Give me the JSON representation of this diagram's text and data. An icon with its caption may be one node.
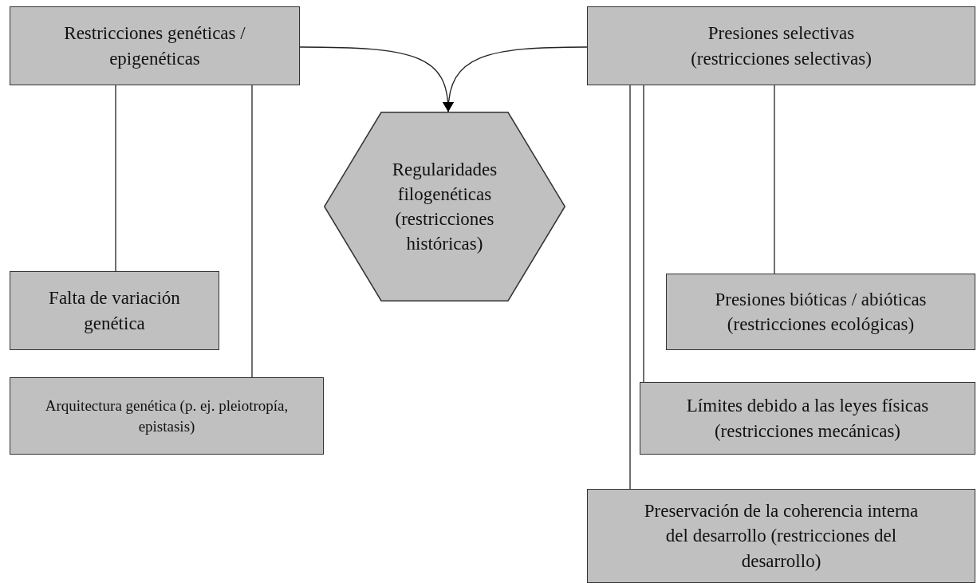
{
  "diagram": {
    "nodes": [
      {
        "text": [
          "Restricciones genéticas / epigenéticas"
        ]
      },
      {
        "text": [
          "Presiones selectivas (restricciones selectivas)"
        ]
      },
      {
        "text": [
          "Regularidades filogenéticas (restricciones históricas)"
        ]
      },
      {
        "text": [
          "Falta de variación genética"
        ]
      },
      {
        "text": [
          "Presiones bióticas / abióticas (restricciones ecológicas)"
        ]
      },
      {
        "text": [
          "Arquitectura genética (p. ej. pleiotropía, epistasis)"
        ]
      },
      {
        "text": [
          "Límites debido a las leyes físicas (restricciones mecánicas)"
        ]
      },
      {
        "text": [
          "Preservación de la coherencia interna del desarrollo (restricciones del desarrollo)"
        ]
      }
    ],
    "edges": [
      {
        "from": 0,
        "to": 2,
        "arrow": "to"
      },
      {
        "from": 1,
        "to": 2,
        "arrow": "to"
      },
      {
        "from": 0,
        "to": 3,
        "arrow": "none"
      },
      {
        "from": 0,
        "to": 5,
        "arrow": "none"
      },
      {
        "from": 1,
        "to": 7,
        "arrow": "none"
      },
      {
        "from": 1,
        "to": 6,
        "arrow": "none"
      },
      {
        "from": 1,
        "to": 4,
        "arrow": "none"
      }
    ]
  }
}
